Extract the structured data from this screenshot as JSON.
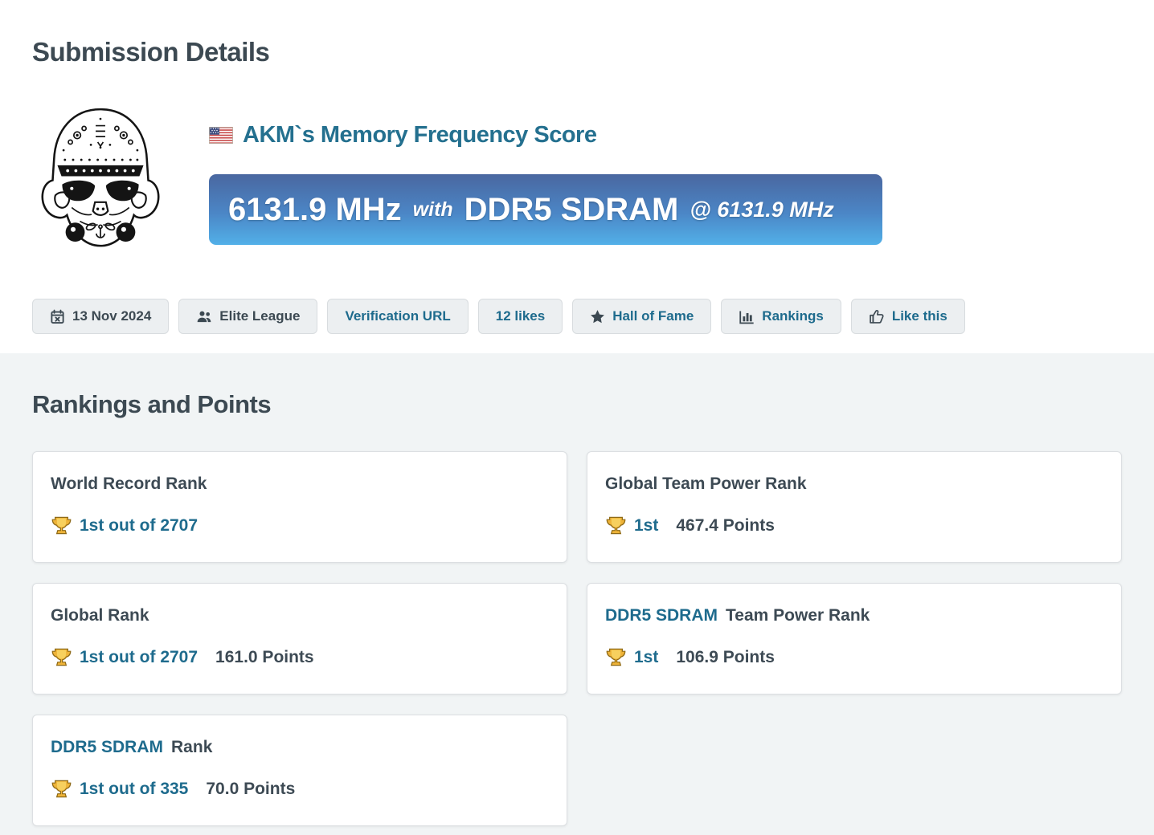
{
  "page": {
    "section1_title": "Submission Details",
    "section2_title": "Rankings and Points"
  },
  "submission": {
    "flag": "us-flag",
    "title": "AKM`s Memory Frequency Score",
    "score_banner": {
      "score": "6131.9 MHz",
      "with_word": "with",
      "hardware": "DDR5 SDRAM",
      "at_clock": "@ 6131.9 MHz"
    },
    "meta": {
      "date": "13 Nov 2024",
      "league": "Elite League",
      "verification": "Verification URL",
      "likes": "12 likes",
      "hall_of_fame": "Hall of Fame",
      "rankings": "Rankings",
      "like_this": "Like this"
    }
  },
  "rankings": {
    "cards": [
      {
        "title_link": "",
        "title": "World Record Rank",
        "rank": "1st out of 2707",
        "points": ""
      },
      {
        "title_link": "",
        "title": "Global Team Power Rank",
        "rank": "1st",
        "points": "467.4 Points"
      },
      {
        "title_link": "",
        "title": "Global Rank",
        "rank": "1st out of 2707",
        "points": "161.0 Points"
      },
      {
        "title_link": "DDR5 SDRAM",
        "title": "Team Power Rank",
        "rank": "1st",
        "points": "106.9 Points"
      },
      {
        "title_link": "DDR5 SDRAM",
        "title": "Rank",
        "rank": "1st out of 335",
        "points": "70.0 Points"
      }
    ]
  },
  "colors": {
    "link_teal": "#1e6b8d",
    "heading_dark": "#3c4952",
    "banner_top": "#4a67a0",
    "banner_bottom": "#52b0e8",
    "section_bg": "#f1f4f5"
  }
}
